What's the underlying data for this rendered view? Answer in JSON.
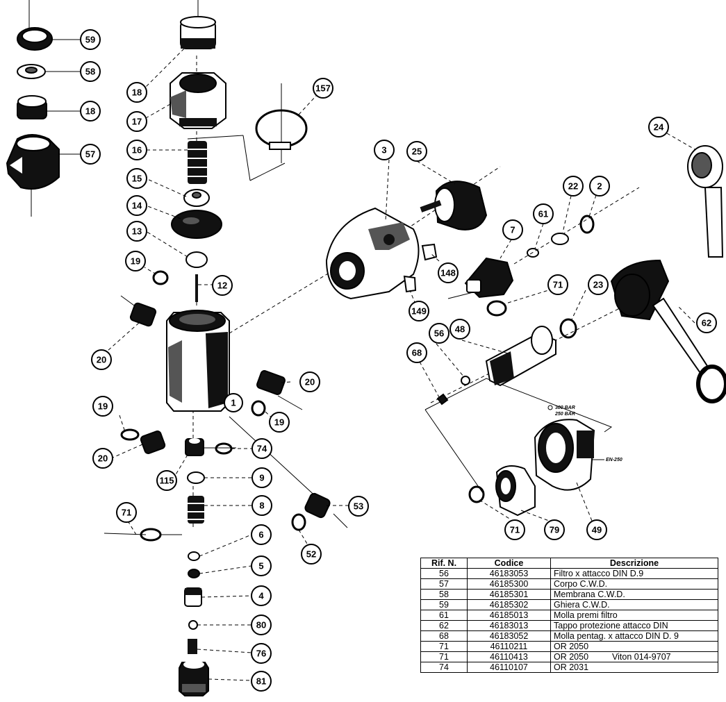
{
  "diagram": {
    "callouts": [
      "59",
      "58",
      "18",
      "57",
      "18",
      "17",
      "16",
      "15",
      "14",
      "13",
      "19",
      "12",
      "20",
      "157",
      "3",
      "25",
      "24",
      "22",
      "2",
      "61",
      "7",
      "148",
      "149",
      "71",
      "23",
      "62",
      "48",
      "56",
      "68",
      "20",
      "1",
      "19",
      "19",
      "20",
      "74",
      "115",
      "9",
      "8",
      "53",
      "6",
      "52",
      "5",
      "4",
      "80",
      "76",
      "71",
      "81",
      "71",
      "79",
      "49"
    ],
    "annotations": {
      "pressure_a": "300 BAR",
      "pressure_b": "250 BAR",
      "standard": "EN-250"
    }
  },
  "table": {
    "headers": [
      "Rif. N.",
      "Codice",
      "Descrizione"
    ],
    "rows": [
      {
        "ref": "56",
        "code": "46183053",
        "desc": "Filtro x attacco DIN D.9",
        "note": ""
      },
      {
        "ref": "57",
        "code": "46185300",
        "desc": "Corpo C.W.D.",
        "note": ""
      },
      {
        "ref": "58",
        "code": "46185301",
        "desc": "Membrana C.W.D.",
        "note": ""
      },
      {
        "ref": "59",
        "code": "46185302",
        "desc": "Ghiera C.W.D.",
        "note": ""
      },
      {
        "ref": "61",
        "code": "46185013",
        "desc": "Molla premi filtro",
        "note": ""
      },
      {
        "ref": "62",
        "code": "46183013",
        "desc": "Tappo protezione attacco DIN",
        "note": ""
      },
      {
        "ref": "68",
        "code": "46183052",
        "desc": "Molla pentag. x attacco DIN D. 9",
        "note": ""
      },
      {
        "ref": "71",
        "code": "46110211",
        "desc": "OR 2050",
        "note": ""
      },
      {
        "ref": "71",
        "code": "46110413",
        "desc": "OR 2050",
        "note": "Viton  014-9707"
      },
      {
        "ref": "74",
        "code": "46110107",
        "desc": "OR 2031",
        "note": ""
      }
    ]
  }
}
